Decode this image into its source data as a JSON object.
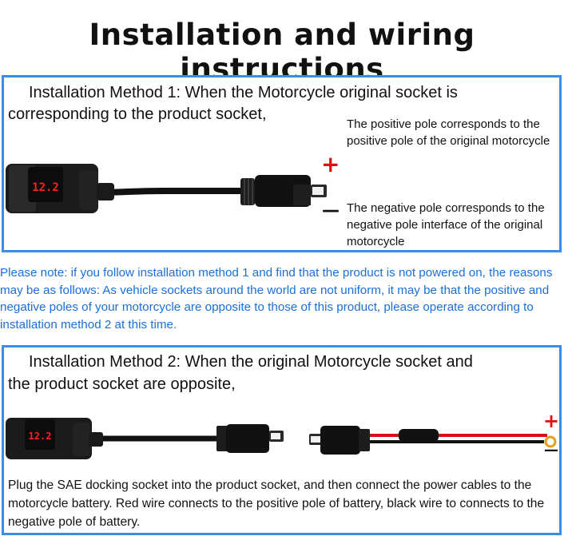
{
  "title": "Installation and wiring instructions",
  "method1": {
    "heading_line1": "Installation Method 1: When the Motorcycle original socket is",
    "heading_line2": "corresponding to the product socket,",
    "positive_note": "The positive pole corresponds to the positive pole of the original motorcycle",
    "negative_note": "The negative pole corresponds to the negative pole interface of the original motorcycle",
    "plus_symbol": "+",
    "minus_symbol": "—",
    "display_reading": "12.2"
  },
  "note": "Please note: if you follow installation method 1 and find that the product is not powered on, the reasons may be as follows: As vehicle sockets around the world are not uniform, it may be that the positive and negative poles of your motorcycle are opposite to those of this product, please operate according to installation method 2 at this time.",
  "method2": {
    "heading_line1": "Installation Method 2: When the original Motorcycle socket and",
    "heading_line2": "the product socket are opposite,",
    "description": "Plug the SAE docking socket into the product socket, and then connect the power cables to the motorcycle battery. Red wire connects to the positive pole of battery, black wire to connects to the negative pole of battery.",
    "plus_symbol": "+",
    "minus_symbol": "—",
    "display_reading": "12.2"
  },
  "colors": {
    "border": "#3a8ee6",
    "note_text": "#1a6fd8",
    "positive": "#e01010",
    "display": "#ff2020"
  }
}
